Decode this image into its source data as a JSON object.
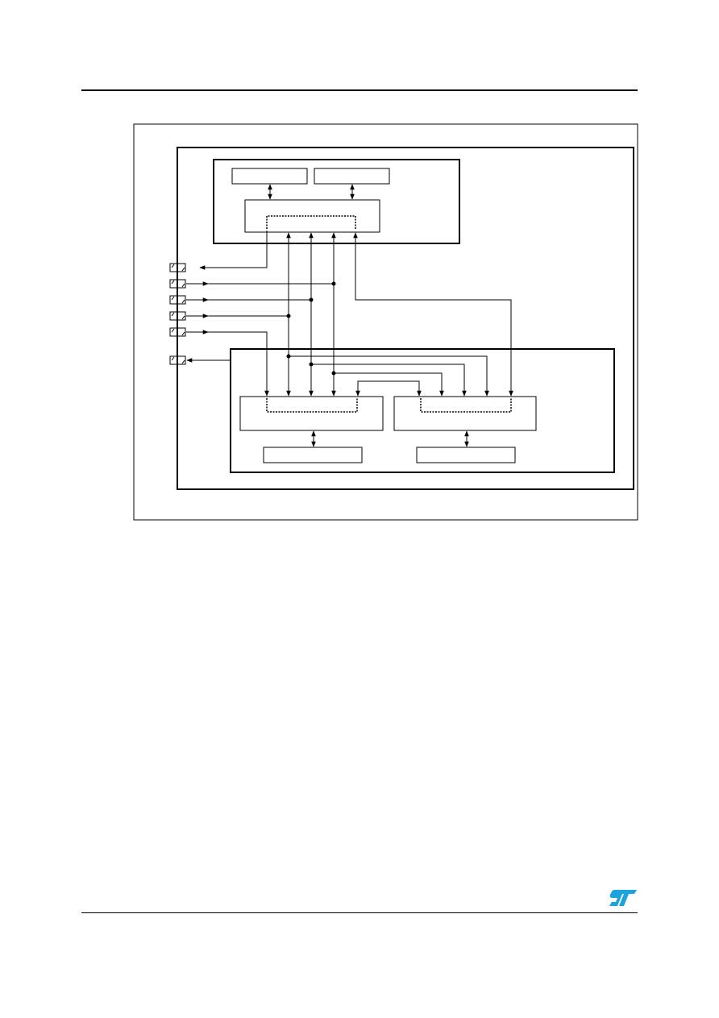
{
  "page": {
    "header_rule": true,
    "footer_rule": true
  },
  "diagram": {
    "description_free": true,
    "line_color": "#000000",
    "pins": [
      {
        "id": "pin-1",
        "direction": "output"
      },
      {
        "id": "pin-2",
        "direction": "input"
      },
      {
        "id": "pin-3",
        "direction": "input"
      },
      {
        "id": "pin-4",
        "direction": "input"
      },
      {
        "id": "pin-5",
        "direction": "input"
      },
      {
        "id": "pin-6",
        "direction": "output"
      }
    ]
  },
  "logo": {
    "name": "st-logo",
    "color": "#1aa3dd"
  }
}
